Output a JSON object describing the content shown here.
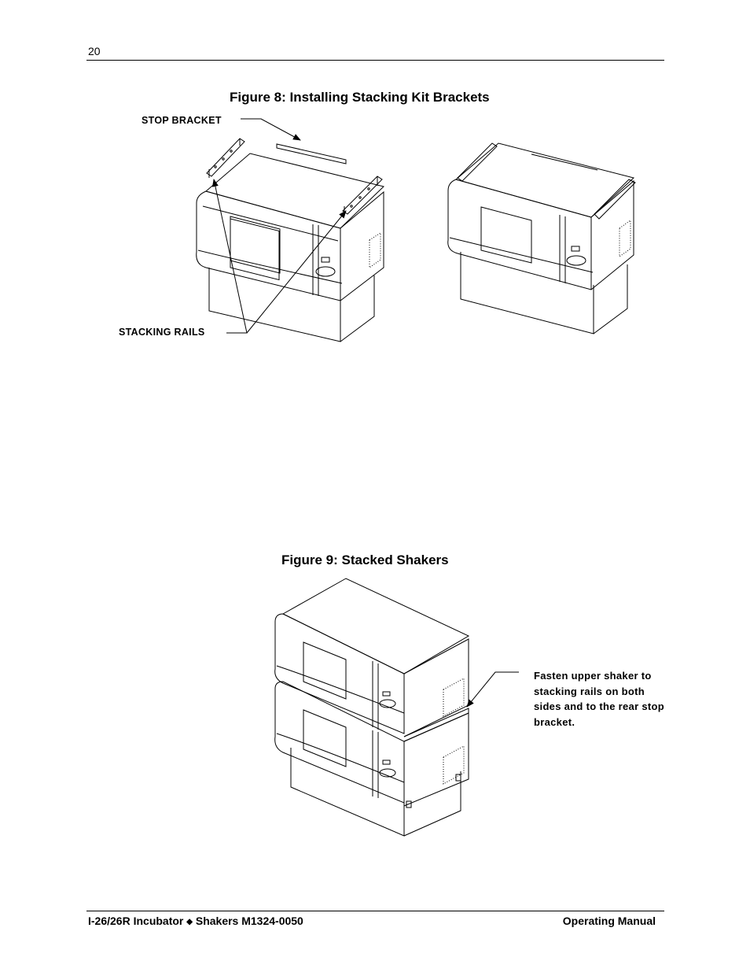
{
  "header": {
    "page_number": "20"
  },
  "figure8": {
    "title": "Figure 8:  Installing Stacking Kit Brackets",
    "label_stop_bracket": "STOP BRACKET",
    "label_stacking_rails": "STACKING RAILS"
  },
  "figure9": {
    "title": "Figure 9:  Stacked Shakers",
    "note": "Fasten upper shaker to stacking rails on both sides and to the rear stop bracket."
  },
  "footer": {
    "left_prefix": "I-26/26R Incubator",
    "left_sep": "◆",
    "left_suffix": "Shakers M1324-0050",
    "right": "Operating Manual"
  }
}
